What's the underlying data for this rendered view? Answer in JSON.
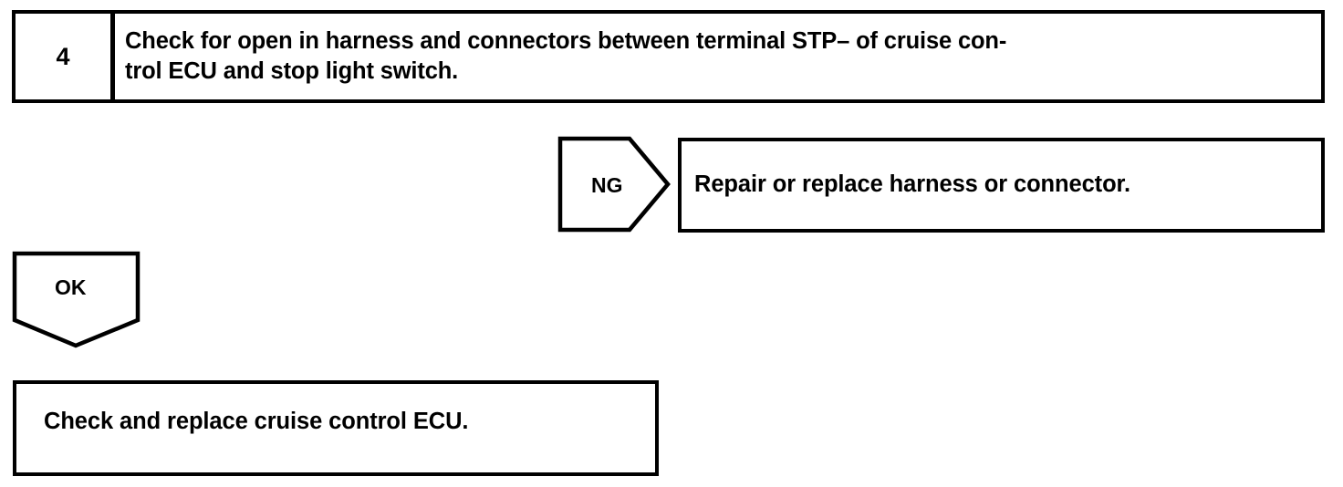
{
  "diagram": {
    "type": "troubleshooting-flowchart",
    "step": {
      "number": "4",
      "instruction": "Check for open in harness and connectors between terminal STP– of cruise con-\ntrol ECU and stop light switch."
    },
    "branches": [
      {
        "id": "ng",
        "label": "NG",
        "direction": "right",
        "result": "Repair or replace harness or connector."
      },
      {
        "id": "ok",
        "label": "OK",
        "direction": "down",
        "result": "Check and replace cruise control ECU."
      }
    ],
    "colors": {
      "stroke": "#000000",
      "fill": "#ffffff",
      "text": "#000000"
    }
  }
}
